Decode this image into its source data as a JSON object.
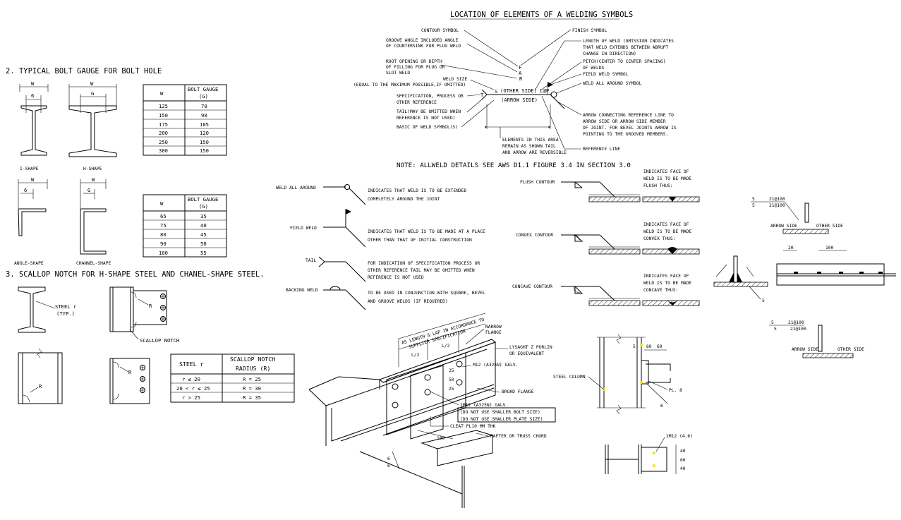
{
  "sections": {
    "bolt_gauge_title": "2. TYPICAL BOLT GAUGE FOR BOLT HOLE",
    "scallop_title": "3. SCALLOP NOTCH FOR H-SHAPE STEEL AND CHANEL-SHAPE STEEL.",
    "welding_title": "LOCATION OF ELEMENTS OF A WELDING SYMBOLS",
    "note": "NOTE: ALLWELD DETAILS SEE AWS D1.1 FIGURE 3.4 IN SECTION 3.0"
  },
  "shape_labels": {
    "i_shape": "I-SHAPE",
    "h_shape": "H-SHAPE",
    "angle_shape": "ANGLE-SHAPE",
    "channel_shape": "CHANNEL-SHAPE",
    "w": "W",
    "g": "G",
    "six": "6"
  },
  "table1": {
    "head_w": "W",
    "head_gauge": "BOLT GAUGE",
    "head_g": "(G)",
    "rows": [
      [
        "125",
        "70"
      ],
      [
        "150",
        "90"
      ],
      [
        "175",
        "105"
      ],
      [
        "200",
        "120"
      ],
      [
        "250",
        "150"
      ],
      [
        "300",
        "150"
      ]
    ]
  },
  "table2": {
    "head_w": "W",
    "head_gauge": "BOLT GAUGE",
    "head_g": "(G)",
    "rows": [
      [
        "65",
        "35"
      ],
      [
        "75",
        "40"
      ],
      [
        "80",
        "45"
      ],
      [
        "90",
        "50"
      ],
      [
        "100",
        "55"
      ]
    ]
  },
  "table3": {
    "head_steel": "STEEL r",
    "head_scallop": "SCALLOP NOTCH",
    "head_radius": "RADIUS (R)",
    "rows": [
      [
        "r ≤ 20",
        "R = 25"
      ],
      [
        "20 < r ≤ 25",
        "R = 30"
      ],
      [
        "r > 25",
        "R = 35"
      ]
    ]
  },
  "scallop": {
    "steel_r": "STEEL r",
    "typ": "(TYP.)",
    "r": "R",
    "scallop_notch": "SCALLOP NOTCH"
  },
  "weld_symbol": {
    "contour_symbol": "CONTOUR SYMBOL",
    "finish_symbol": "FINISH SYMBOL",
    "groove_angle_1": "GROOVE ANGLE INCLUDED ANGLE",
    "groove_angle_2": "OF COUNTERSINK FOR PLUG WELD",
    "root_opening_1": "ROOT OPENING OR DEPTH",
    "root_opening_2": "OF FILLING FOR PLUG OR",
    "root_opening_3": "SLOT WELD",
    "weld_size_1": "WELD SIZE",
    "weld_size_2": "(EQUAL TO THE MAXIMUM POSSIBLE,IF OMITTED)",
    "spec_1": "SPECIFICATION, PROCESS OR",
    "spec_2": "OTHER REFERENCE",
    "tail_1": "TAIL(MAY BE OMITTED WHEN",
    "tail_2": "REFERENCE IS NOT USED)",
    "basic_symbol": "BASIC OF WELD SYMBOL(S)",
    "length_1": "LENGTH OF WELD (OMISSION INDICATES",
    "length_2": "THAT WELD EXTENDS BETWEEN ABRUPT",
    "length_3": "CHANGE IN DIRECTION)",
    "pitch_1": "PITCH(CENTER TO CENTER SPACING)",
    "pitch_2": "OF WELDS",
    "field_weld_symbol": "FIELD WELD SYMBOL",
    "weld_all_around_symbol": "WELD ALL AROUND SYMBOL",
    "arrow_1": "ARROW CONNECTING REFERENCE LINE TO",
    "arrow_2": "ARROW SIDE OR ARROW SIDE MEMBER",
    "arrow_3": "OF JOINT. FOR BEVEL JOINTS ARROW IS",
    "arrow_4": "POINTING TO THE GROOVED MEMBERS.",
    "elements_1": "ELEMENTS IN THIS AREA",
    "elements_2": "REMAIN AS SHOWN TAIL",
    "elements_3": "AND ARROW ARE REVERSIBLE",
    "reference_line": "REFERENCE LINE",
    "other_side": "(OTHER SIDE) L@P",
    "arrow_side": "(ARROW SIDE)",
    "s": "S",
    "t": "T",
    "a": "A",
    "r": "R",
    "f": "F"
  },
  "supplementary": {
    "weld_all_around": "WELD ALL AROUND",
    "weld_all_around_desc_1": "INDICATES THAT WELD IS TO BE EXTENDED",
    "weld_all_around_desc_2": "COMPLETELY AROUND THE JOINT",
    "field_weld": "FIELD WELD",
    "field_weld_desc_1": "INDICATES THAT WELD IS TO BE MADE AT A PLACE",
    "field_weld_desc_2": "OTHER THAN THAT OF INITIAL CONSTRUCTION",
    "tail": "TAIL",
    "tail_desc_1": "FOR INDICATION OF SPECIFICATION PROCESS OR",
    "tail_desc_2": "OTHER REFERENCE TAIL MAY BE OMITTED WHEN",
    "tail_desc_3": "REFERENCE IS NOT USED",
    "backing_weld": "BACKING WELD",
    "backing_desc_1": "TO BE USED IN CONJUNCTION WITH SQUARE, BEVEL",
    "backing_desc_2": "AND GROOVE WELDS (IF REQUIRED)"
  },
  "contours": {
    "flush": "FLUSH CONTOUR",
    "convex": "CONVEX CONTOUR",
    "concave": "CONCAVE CONTOUR",
    "flush_desc_1": "INDICATES FACE OF",
    "flush_desc_2": "WELD IS TO BE MADE",
    "flush_desc_3": "FLUSH THUS:",
    "convex_desc_1": "INDICATES FACE OF",
    "convex_desc_2": "WELD IS TO BE MADE",
    "convex_desc_3": "CONVEX THUS:",
    "concave_desc_1": "INDICATES FACE OF",
    "concave_desc_2": "WELD IS TO BE MADE",
    "concave_desc_3": "CONCAVE THUS:"
  },
  "fillet_details": {
    "five": "5",
    "dim_2100": "21@100",
    "arrow_side": "ARROW SIDE",
    "other_side": "OTHER SIDE",
    "dim_20": "20",
    "dim_100": "100",
    "dim_5": "5"
  },
  "purlin": {
    "narrow_flange_1": "NARROW",
    "narrow_flange_2": "FLANGE",
    "lysaght_1": "LYSAGHT Z PURLIN",
    "lysaght_2": "OR EQUIVALENT",
    "bolt_galv": "M12 (A325N) GALV.",
    "broad_flange": "BROAD FLANGE",
    "bolts_2m12": "2M12 (A325N) GALV.",
    "no_smaller_bolt": "(DO NOT USE SMALLER BOLT SIZE)",
    "no_smaller_plate": "(DO NOT USE SMALLER PLATE SIZE)",
    "cleat": "CLEAT PL10 MM THK",
    "rafter": "RAFTER OR TRUSS CHORD",
    "lap_note_1": "AS LENGTH & LAP IN ACCORDANCE TO",
    "lap_note_2": "SUPPLIER SPECIFICATION",
    "l2_a": "L/2",
    "l2_b": "L/2",
    "dim_25": "25",
    "dim_50": "50",
    "dim_25b": "25",
    "dim_100": "100",
    "six": "6"
  },
  "column": {
    "steel_column": "STEEL COLUMN",
    "pl8": "PL. 8",
    "dim_5": "5",
    "dim_60": "60",
    "dim_60b": "60",
    "dim_6": "6",
    "bolts": "2M12 (4.6)",
    "dim_40": "40",
    "dim_60c": "60",
    "dim_40b": "40"
  }
}
